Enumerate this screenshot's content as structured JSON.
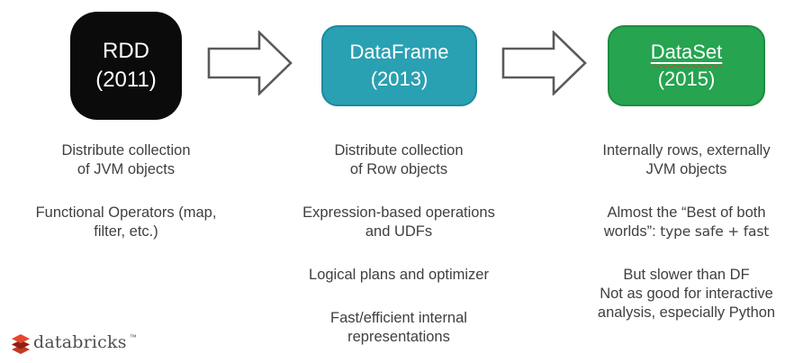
{
  "slide": {
    "background": "#FFFFFF",
    "body_text_color": "#3F3F3F"
  },
  "flow": {
    "arrow_color": "#5A5A5A",
    "arrow_fill": "#FFFFFF",
    "boxes": [
      {
        "title": "RDD",
        "year": "(2011)",
        "fill": "#0B0B0B",
        "border": "#0B0B0B",
        "text_color": "#FFFFFF"
      },
      {
        "title": "DataFrame",
        "year": "(2013)",
        "fill": "#2AA0B3",
        "border": "#1C8A9E",
        "text_color": "#FFFFFF"
      },
      {
        "title": "DataSet",
        "year": "(2015)",
        "fill": "#26A450",
        "border": "#1C8C42",
        "text_color": "#FFFFFF",
        "spellcheck_underline_color": "#D8402C"
      }
    ]
  },
  "columns": [
    {
      "name": "RDD notes",
      "paragraphs": [
        "Distribute collection\nof JVM objects",
        "Functional Operators (map,\nfilter, etc.)"
      ]
    },
    {
      "name": "DataFrame notes",
      "paragraphs": [
        "Distribute collection\nof Row objects",
        "Expression-based operations\nand UDFs",
        "Logical plans and optimizer",
        "Fast/efficient internal\nrepresentations"
      ]
    },
    {
      "name": "DataSet notes",
      "paragraphs": [
        "Internally rows, externally\nJVM objects",
        "But slower than DF\nNot as good for interactive\nanalysis, especially Python"
      ],
      "quote": {
        "prefix": "Almost the “Best of both\nworlds”: ",
        "highlight": "type safe + fast"
      }
    }
  ],
  "footer": {
    "brand": "databricks",
    "trademark": "™",
    "text_color": "#4F4F4F",
    "logo_red_top": "#E3492E",
    "logo_red_dark": "#8E2016",
    "logo_red_bottom": "#C33A24"
  }
}
